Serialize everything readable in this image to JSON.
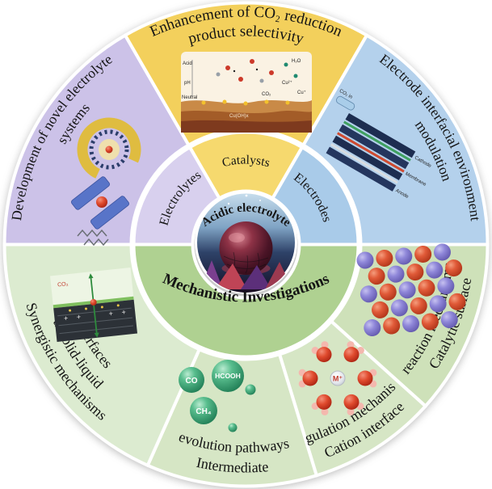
{
  "center": {
    "label": "Acidic electrolyte"
  },
  "inner_ring": {
    "catalysts": "Catalysts",
    "electrolytes": "Electrolytes",
    "electrodes": "Electrodes",
    "mechanistic": "Mechanistic Investigations"
  },
  "outer_sectors": {
    "selectivity": {
      "line1": "Enhancement of CO₂ reduction",
      "line2": "product selectivity"
    },
    "novel_electrolyte": {
      "line1": "Development of novel electrolyte",
      "line2": "systems"
    },
    "interfacial": {
      "line1": "Electrode interfacial environment",
      "line2": "modulation"
    },
    "catalytic_surface": {
      "line1": "Catalytic surface",
      "line2": "reaction mechanisms"
    },
    "cation_interface": {
      "line1": "Cation interface",
      "line2": "regulation mechanisms"
    },
    "intermediate": {
      "line1": "Intermediate",
      "line2": "evolution pathways"
    },
    "synergistic": {
      "line1": "Synergistic mechanisms",
      "line2": "at solid-liquid",
      "line3": "interfaces"
    }
  },
  "illustrations": {
    "catalyst_scene": {
      "acid": "Acid",
      "ph": "pH",
      "neutral": "Neutral",
      "cuohx": "Cu(OH)x",
      "cu2": "Cu²⁺",
      "cu1": "Cu⁺",
      "h2o": "H₂O",
      "co2": "CO₂"
    },
    "electrode_scene": {
      "co2_in": "CO₂ in",
      "cathode": "Cathode",
      "membrane": "Membrane",
      "anode": "Anode"
    },
    "interface_scene": {
      "co2": "CO₂"
    },
    "products": {
      "p1": "CO",
      "p2": "HCOOH",
      "p3": "CH₄"
    },
    "cation_cluster": {
      "center_ion": "M⁺"
    }
  },
  "colors": {
    "selectivity": "#f3d05c",
    "novel_electrolyte": "#ccc2e8",
    "interfacial": "#b4d1ec",
    "catalytic_surface": "#cee1b9",
    "cation_interface": "#d6e6c5",
    "intermediate": "#d6e6c5",
    "synergistic": "#dcebd0",
    "inner_catalysts": "#f6d96e",
    "inner_electrolytes": "#d8d0ee",
    "inner_electrodes": "#a9cbe9",
    "inner_mechanistic": "#afd191"
  }
}
